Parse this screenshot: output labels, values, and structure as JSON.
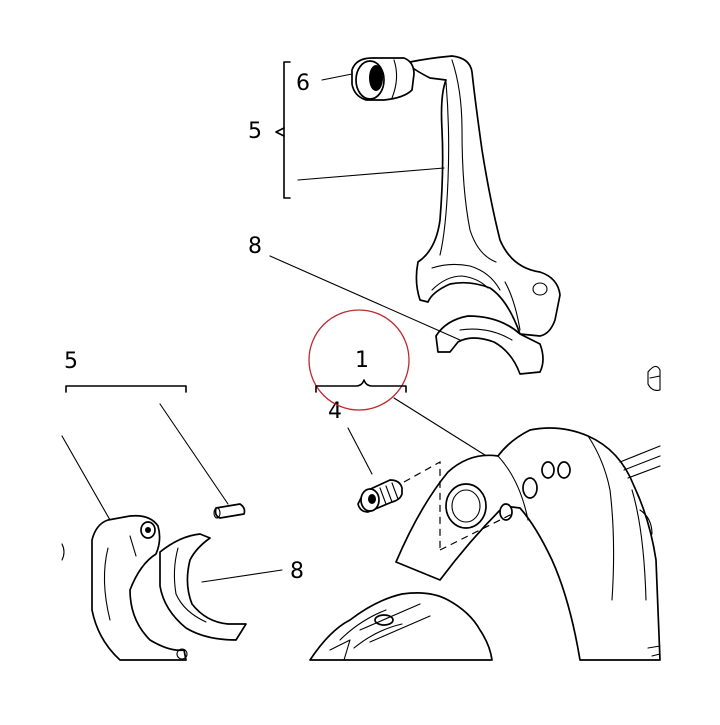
{
  "callouts": {
    "c6_top": "6",
    "c5_top": "5",
    "c8_top": "8",
    "c5_left": "5",
    "c1_center": "1",
    "c4_pin": "4",
    "c8_bottom": "8"
  },
  "colors": {
    "highlight": "#c0282f",
    "ink": "#000000"
  }
}
